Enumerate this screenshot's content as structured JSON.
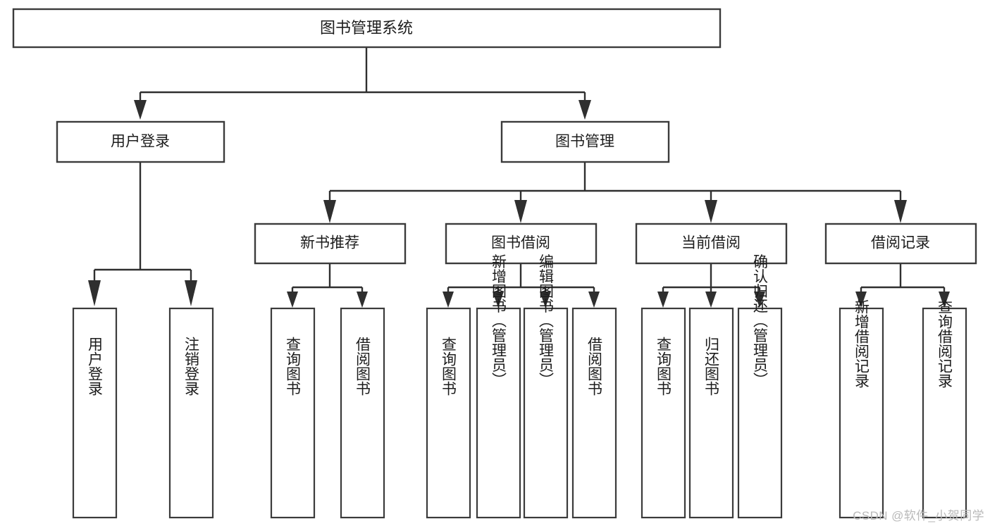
{
  "diagram": {
    "title": "图书管理系统",
    "watermark": "CSDN @软件_小贺同学",
    "type": "tree-hierarchy",
    "root": {
      "label": "图书管理系统",
      "children": [
        {
          "label": "用户登录",
          "children": [
            {
              "label": "用户登录"
            },
            {
              "label": "注销登录"
            }
          ]
        },
        {
          "label": "图书管理",
          "children": [
            {
              "label": "新书推荐",
              "children": [
                {
                  "label": "查询图书"
                },
                {
                  "label": "借阅图书"
                }
              ]
            },
            {
              "label": "图书借阅",
              "children": [
                {
                  "label": "查询图书"
                },
                {
                  "label": "新增图书（管理员）"
                },
                {
                  "label": "编辑图书（管理员）"
                },
                {
                  "label": "借阅图书"
                }
              ]
            },
            {
              "label": "当前借阅",
              "children": [
                {
                  "label": "查询图书"
                },
                {
                  "label": "归还图书"
                },
                {
                  "label": "确认归还（管理员）"
                }
              ]
            },
            {
              "label": "借阅记录",
              "children": [
                {
                  "label": "新增借阅记录"
                },
                {
                  "label": "查询借阅记录"
                }
              ]
            }
          ]
        }
      ]
    },
    "colors": {
      "box_stroke": "#3b3b3b",
      "edge_stroke": "#2f2f2f",
      "box_fill": "#ffffff",
      "text": "#1c1c1c",
      "watermark": "#b9b9b9",
      "background": "#ffffff"
    },
    "nodes": {
      "n_root": "图书管理系统",
      "n_login": "用户登录",
      "n_bookmgmt": "图书管理",
      "n_newbook": "新书推荐",
      "n_borrow": "图书借阅",
      "n_current": "当前借阅",
      "n_record": "借阅记录",
      "n_login_1": "用户登录",
      "n_login_2": "注销登录",
      "n_newbook_1": "查询图书",
      "n_newbook_2": "借阅图书",
      "n_borrow_1": "查询图书",
      "n_borrow_2": "新增图书（管理员）",
      "n_borrow_3": "编辑图书（管理员）",
      "n_borrow_4": "借阅图书",
      "n_current_1": "查询图书",
      "n_current_2": "归还图书",
      "n_current_3": "确认归还（管理员）",
      "n_record_1": "新增借阅记录",
      "n_record_2": "查询借阅记录"
    }
  }
}
